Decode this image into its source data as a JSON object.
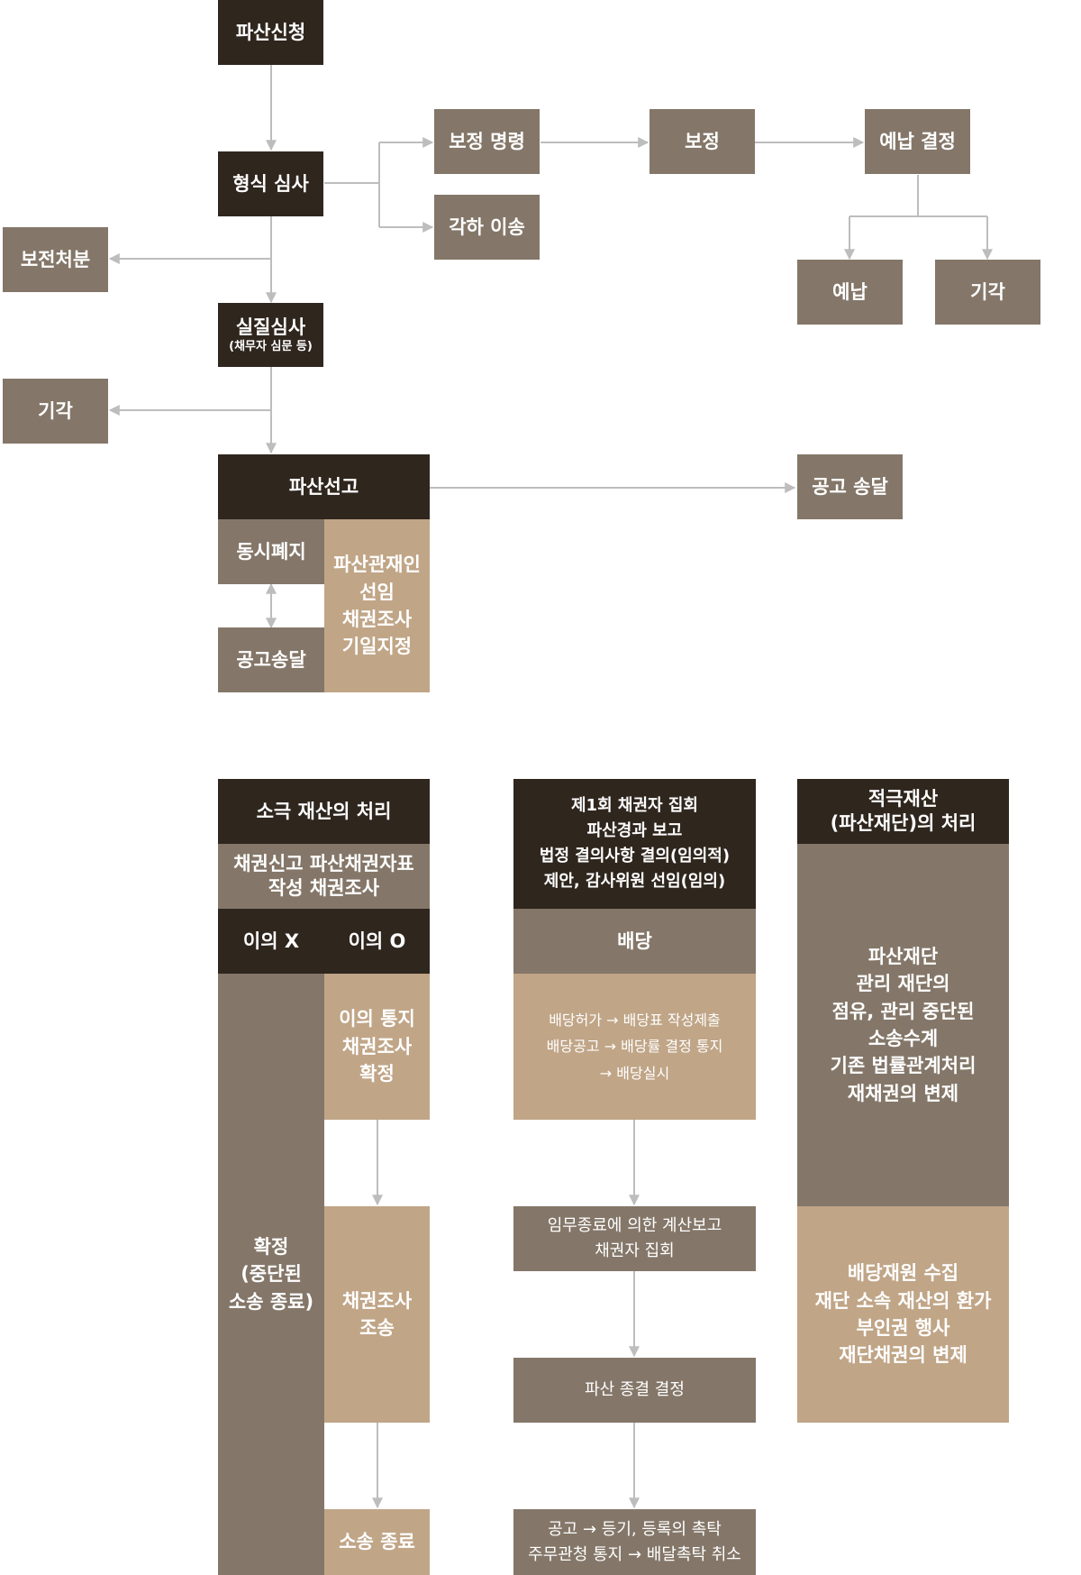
{
  "top": {
    "bankruptcy_petition": "파산신청",
    "formal_review": "형식 심사",
    "correction_order": "보정 명령",
    "correction": "보정",
    "prepayment_decision": "예납 결정",
    "dismissal_transfer": "각하 이송",
    "prepayment": "예납",
    "rejection_right": "기각",
    "preservation": "보전처분",
    "substantive_review": "실질심사",
    "substantive_review_sub": "(채무자 심문 등)",
    "rejection_left": "기각",
    "declaration": "파산선고",
    "notice_delivery_right": "공고 송달",
    "simultaneous_abolition": "동시폐지",
    "notice_delivery_left": "공고송달",
    "trustee_block": "파산관재인\n선임\n채권조사\n기일지정"
  },
  "col1": {
    "header": "소극 재산의 처리",
    "sub": "채권신고 파산채권자표\n작성 채권조사",
    "no_objection": "이의 X",
    "objection": "이의 O",
    "confirmed": "확정\n(중단된\n소송 종료)",
    "objection_notice": "이의 통지\n채권조사\n확정",
    "claim_investigation": "채권조사\n조송",
    "lawsuit_end": "소송 종료"
  },
  "col2": {
    "header": "제1회 채권자 집회\n파산경과 보고\n법정 결의사항 결의(임의적)\n제안, 감사위원 선임(임의)",
    "dividend": "배당",
    "dividend_detail": "배당허가 → 배당표 작성제출\n배당공고 → 배당률 결정 통지\n→ 배당실시",
    "final_report": "임무종료에 의한 계산보고\n채권자 집회",
    "termination": "파산 종결 결정",
    "notice": "공고 → 등기, 등록의 촉탁\n주무관청 통지 → 배달촉탁 취소"
  },
  "col3": {
    "header": "적극재산\n(파산재단)의 처리",
    "management": "파산재단\n관리 재단의\n점유, 관리 중단된\n소송수계\n기존 법률관계처리\n재채권의 변제",
    "distribution": "배당재원 수집\n재단 소속 재산의 환가\n부인권 행사\n재단채권의 변제"
  },
  "colors": {
    "dark": "#2f261e",
    "mid": "#847769",
    "tan": "#c0a587",
    "line": "#bdbdbd"
  }
}
